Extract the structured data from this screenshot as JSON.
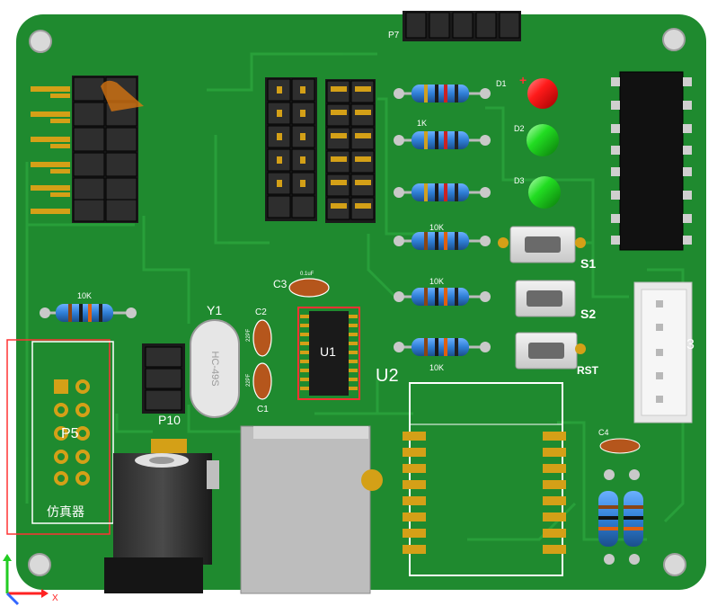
{
  "board": {
    "labels": {
      "p7": "P7",
      "d1": "D1",
      "d2": "D2",
      "d3": "D3",
      "plus": "+",
      "r_1k": "1K",
      "r_10k_a": "10K",
      "r_10k_b": "10K",
      "r_10k_c": "10K",
      "r_10k_left": "10K",
      "s1": "S1",
      "s2": "S2",
      "rst": "RST",
      "c3": "C3",
      "c3_value": "0.1uF",
      "y1": "Y1",
      "crystal": "HC-49S",
      "c2": "C2",
      "c1": "C1",
      "c2_value": "22PF",
      "c1_value": "22PF",
      "u1": "U1",
      "u2": "U2",
      "p10": "P10",
      "p5": "P5",
      "emulator": "仿真器",
      "c4": "C4",
      "connector_num": "3"
    }
  },
  "colors": {
    "pcb": "#1f8a2f",
    "pcb_dark": "#176e24",
    "trace": "#2aa23c",
    "silk": "#ffffff",
    "gold": "#d4a017",
    "red_led": "#ff2222",
    "green_led": "#22dd22",
    "resistor_body": "#2f7fd6",
    "cap_body": "#b5561c"
  },
  "axes": {
    "x_color": "#ff2222",
    "y_color": "#22cc22"
  }
}
